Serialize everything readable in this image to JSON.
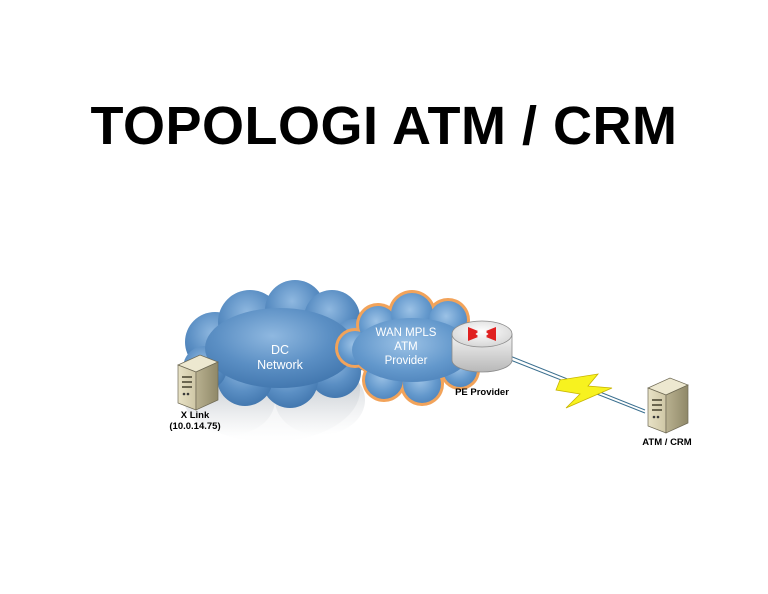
{
  "title": "TOPOLOGI ATM / CRM",
  "diagram": {
    "dc_cloud": {
      "line1": "DC",
      "line2": "Network"
    },
    "wan_cloud": {
      "line1": "WAN MPLS",
      "line2": "ATM",
      "line3": "Provider"
    },
    "x_link": {
      "name": "X Link",
      "ip": "(10.0.14.75)",
      "icon": "server-icon"
    },
    "pe_provider": {
      "name": "PE Provider",
      "icon": "router-icon"
    },
    "atm_crm": {
      "name": "ATM / CRM",
      "icon": "server-icon"
    },
    "link": {
      "icon": "lightning-bolt-icon"
    },
    "colors": {
      "dc_cloud": "#5b8fc4",
      "wan_cloud": "#5f93c8",
      "wan_cloud_border": "#f2a35a",
      "bolt": "#f7f21f",
      "router_arrows": "#e02020"
    }
  }
}
